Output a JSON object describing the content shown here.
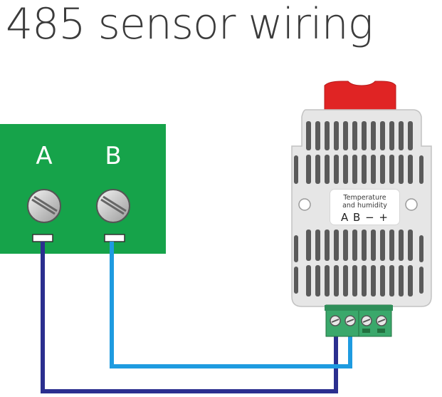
{
  "title": "485 sensor wiring",
  "board": {
    "terminal_a_label": "A",
    "terminal_b_label": "B",
    "color": "#16a34a"
  },
  "sensor": {
    "label_line1": "Temperature",
    "label_line2": "and humidity",
    "pins": "A B − +",
    "body_color": "#e6e6e6",
    "clip_color": "#e02424"
  },
  "wires": {
    "a_color": "#2b2f8f",
    "b_color": "#1e9be0"
  }
}
